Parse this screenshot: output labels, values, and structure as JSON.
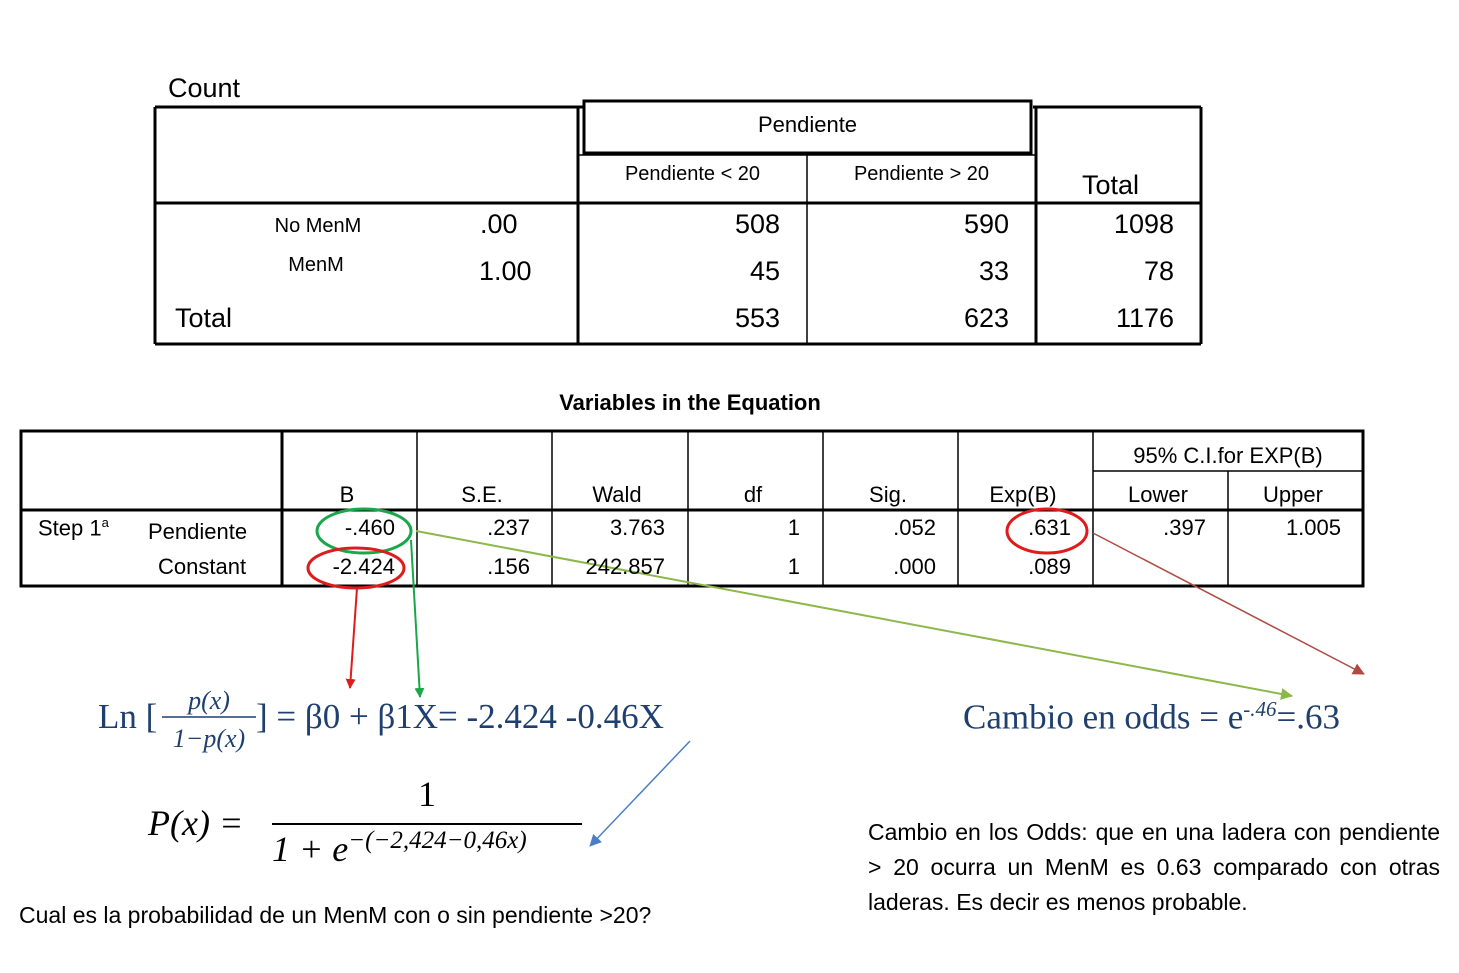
{
  "crosstab": {
    "caption": "Count",
    "column_group": "Pendiente",
    "columns": [
      "Pendiente < 20",
      "Pendiente > 20"
    ],
    "total_header": "Total",
    "rows": [
      {
        "label": "No MenM",
        "code": ".00",
        "values": [
          "508",
          "590",
          "1098"
        ]
      },
      {
        "label": "MenM",
        "code": "1.00",
        "values": [
          "45",
          "33",
          "78"
        ]
      }
    ],
    "total_row": {
      "label": "Total",
      "values": [
        "553",
        "623",
        "1176"
      ]
    }
  },
  "equation_table": {
    "title": "Variables in the Equation",
    "ci_header": "95% C.I.for EXP(B)",
    "headers": [
      "B",
      "S.E.",
      "Wald",
      "df",
      "Sig.",
      "Exp(B)",
      "Lower",
      "Upper"
    ],
    "step_label": "Step 1",
    "step_sup": "a",
    "rows": [
      {
        "label": "Pendiente",
        "values": [
          "-.460",
          ".237",
          "3.763",
          "1",
          ".052",
          ".631",
          ".397",
          "1.005"
        ]
      },
      {
        "label": "Constant",
        "values": [
          "-2.424",
          ".156",
          "242.857",
          "1",
          ".000",
          ".089",
          "",
          ""
        ]
      }
    ]
  },
  "formulas": {
    "logit_prefix": "Ln [",
    "logit_num": "p(x)",
    "logit_den": "1−p(x)",
    "logit_rest": "] =  β0 + β1X=  -2.424 -0.46X",
    "prob_lhs": "P(x) =",
    "prob_num": "1",
    "prob_den": "1 + e",
    "prob_exp": "−(−2,424−0,46x)",
    "odds_prefix": "Cambio en odds = e",
    "odds_exp": "-.46",
    "odds_suffix": "=.63"
  },
  "notes": {
    "question": "Cual es la probabilidad de un MenM con o sin pendiente >20?",
    "explanation": "Cambio en los Odds: que en una ladera con pendiente   > 20 ocurra un MenM es 0.63 comparado con otras laderas. Es decir es menos probable."
  },
  "colors": {
    "green_circle": "#1aa64a",
    "red_circle": "#e01b1b",
    "olive_arrow": "#8cb84a",
    "darkred_arrow": "#b04a40",
    "blue_arrow": "#4a7fc8",
    "formula_blue": "#1f3f6e"
  }
}
